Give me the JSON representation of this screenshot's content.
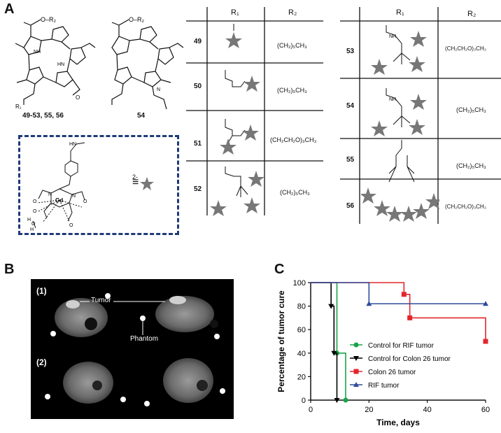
{
  "panelA": {
    "letter": "A",
    "structure_labels": [
      "49-53, 55, 56",
      "54"
    ],
    "atom_labels": {
      "ester_group": "O–R₂",
      "r1": "R₁",
      "nh": "NH",
      "hn": "HN",
      "n": "N",
      "o": "O"
    },
    "gd_complex": {
      "charge": "2-",
      "equiv": "≡",
      "atoms": [
        "HN",
        "N",
        "N",
        "Gd",
        "O",
        "O",
        "O",
        "O",
        "H",
        "O",
        "H"
      ]
    },
    "table_left": {
      "headers": [
        "R₁",
        "R₂"
      ],
      "rows": [
        {
          "id": "49",
          "r2": "(CH₂)₅CH₃"
        },
        {
          "id": "50",
          "r2": "(CH₂)₅CH₃"
        },
        {
          "id": "51",
          "r2": "(CH₂CH₂O)₃CH₃"
        },
        {
          "id": "52",
          "r2": "(CH₂)₅CH₃"
        }
      ]
    },
    "table_right": {
      "headers": [
        "R₁",
        "R₂"
      ],
      "rows": [
        {
          "id": "53",
          "r2": "(CH₂CH₂O)₃CH₃"
        },
        {
          "id": "54",
          "r2": "(CH₂)₅CH₃"
        },
        {
          "id": "55",
          "r2": "(CH₂)₅CH₃"
        },
        {
          "id": "56",
          "r2": "(CH₂CH₂O)₃CH₃"
        }
      ]
    }
  },
  "panelB": {
    "letter": "B",
    "row_labels": [
      "(1)",
      "(2)"
    ],
    "annotations": {
      "tumor": "Tumor",
      "phantom": "Phantom"
    }
  },
  "panelC": {
    "letter": "C",
    "chart_data": {
      "type": "line",
      "xlabel": "Time, days",
      "ylabel": "Percentage of tumor cure",
      "xlim": [
        0,
        60
      ],
      "ylim": [
        0,
        100
      ],
      "xticks": [
        0,
        20,
        40,
        60
      ],
      "yticks": [
        0,
        20,
        40,
        60,
        80,
        100
      ],
      "step": true,
      "legend_position": "center-right",
      "series": [
        {
          "name": "Control for RIF tumor",
          "color": "#1aa34a",
          "marker": "circle",
          "x": [
            0,
            9,
            12
          ],
          "y": [
            100,
            40,
            0
          ]
        },
        {
          "name": "Control for Colon 26 tumor",
          "color": "#000000",
          "marker": "triangle-down",
          "x": [
            0,
            7,
            8,
            9
          ],
          "y": [
            100,
            80,
            40,
            0
          ]
        },
        {
          "name": "Colon 26 tumor",
          "color": "#e3262b",
          "marker": "square",
          "x": [
            0,
            32,
            34,
            60
          ],
          "y": [
            100,
            90,
            70,
            50
          ]
        },
        {
          "name": "RIF tumor",
          "color": "#2f4b9a",
          "marker": "triangle-up",
          "x": [
            0,
            20,
            60
          ],
          "y": [
            100,
            82,
            82
          ]
        }
      ]
    }
  }
}
